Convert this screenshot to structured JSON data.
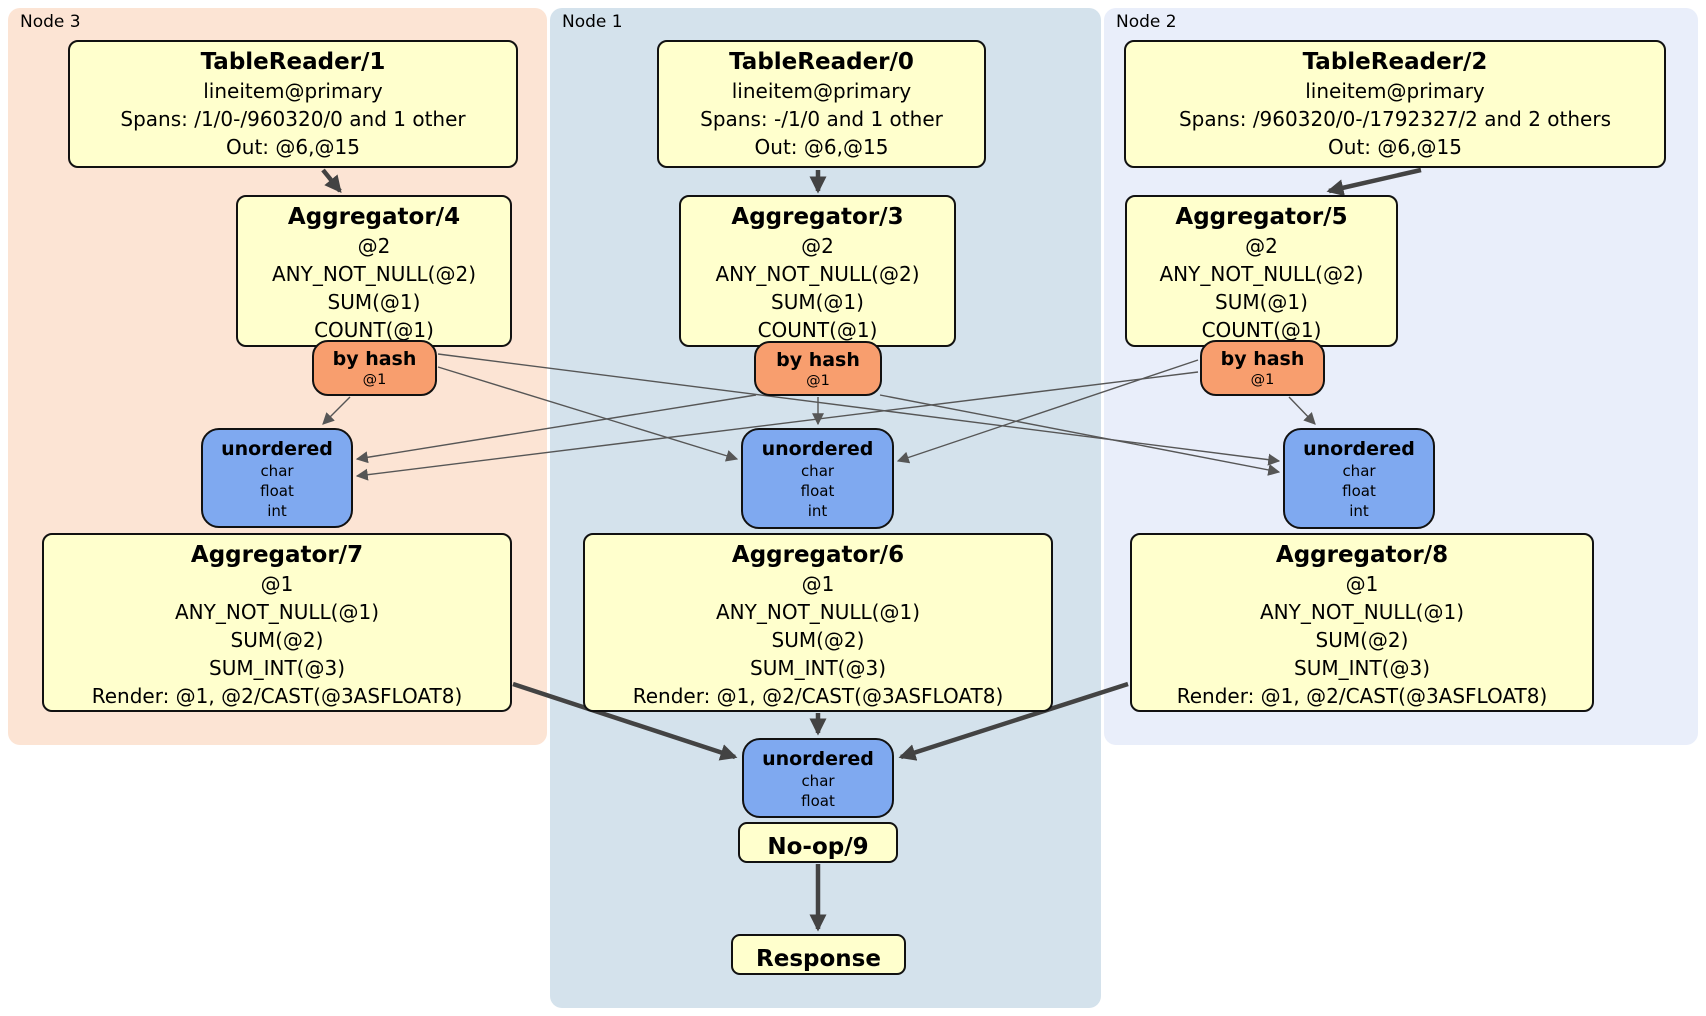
{
  "diagram": {
    "node_groups": [
      {
        "id": "node3",
        "label": "Node 3"
      },
      {
        "id": "node1",
        "label": "Node 1"
      },
      {
        "id": "node2",
        "label": "Node 2"
      }
    ],
    "processors": [
      {
        "id": "tr1",
        "group": "node3",
        "kind": "table-reader",
        "title": "TableReader/1",
        "lines": [
          "lineitem@primary",
          "Spans: /1/0-/960320/0 and 1 other",
          "Out: @6,@15"
        ]
      },
      {
        "id": "agg4",
        "group": "node3",
        "kind": "aggregator",
        "title": "Aggregator/4",
        "lines": [
          "@2",
          "ANY_NOT_NULL(@2)",
          "SUM(@1)",
          "COUNT(@1)"
        ]
      },
      {
        "id": "tr0",
        "group": "node1",
        "kind": "table-reader",
        "title": "TableReader/0",
        "lines": [
          "lineitem@primary",
          "Spans: -/1/0 and 1 other",
          "Out: @6,@15"
        ]
      },
      {
        "id": "agg3",
        "group": "node1",
        "kind": "aggregator",
        "title": "Aggregator/3",
        "lines": [
          "@2",
          "ANY_NOT_NULL(@2)",
          "SUM(@1)",
          "COUNT(@1)"
        ]
      },
      {
        "id": "tr2",
        "group": "node2",
        "kind": "table-reader",
        "title": "TableReader/2",
        "lines": [
          "lineitem@primary",
          "Spans: /960320/0-/1792327/2 and 2 others",
          "Out: @6,@15"
        ]
      },
      {
        "id": "agg5",
        "group": "node2",
        "kind": "aggregator",
        "title": "Aggregator/5",
        "lines": [
          "@2",
          "ANY_NOT_NULL(@2)",
          "SUM(@1)",
          "COUNT(@1)"
        ]
      },
      {
        "id": "agg7",
        "group": "node3",
        "kind": "aggregator",
        "title": "Aggregator/7",
        "lines": [
          "@1",
          "ANY_NOT_NULL(@1)",
          "SUM(@2)",
          "SUM_INT(@3)",
          "Render: @1, @2/CAST(@3ASFLOAT8)"
        ]
      },
      {
        "id": "agg6",
        "group": "node1",
        "kind": "aggregator",
        "title": "Aggregator/6",
        "lines": [
          "@1",
          "ANY_NOT_NULL(@1)",
          "SUM(@2)",
          "SUM_INT(@3)",
          "Render: @1, @2/CAST(@3ASFLOAT8)"
        ]
      },
      {
        "id": "agg8",
        "group": "node2",
        "kind": "aggregator",
        "title": "Aggregator/8",
        "lines": [
          "@1",
          "ANY_NOT_NULL(@1)",
          "SUM(@2)",
          "SUM_INT(@3)",
          "Render: @1, @2/CAST(@3ASFLOAT8)"
        ]
      },
      {
        "id": "hash3",
        "group": "node3",
        "kind": "router-by-hash",
        "title": "by hash",
        "lines": [
          "@1"
        ]
      },
      {
        "id": "hash1",
        "group": "node1",
        "kind": "router-by-hash",
        "title": "by hash",
        "lines": [
          "@1"
        ]
      },
      {
        "id": "hash2",
        "group": "node2",
        "kind": "router-by-hash",
        "title": "by hash",
        "lines": [
          "@1"
        ]
      },
      {
        "id": "sync3",
        "group": "node3",
        "kind": "unordered-sync",
        "title": "unordered",
        "lines": [
          "char",
          "float",
          "int"
        ]
      },
      {
        "id": "sync1",
        "group": "node1",
        "kind": "unordered-sync",
        "title": "unordered",
        "lines": [
          "char",
          "float",
          "int"
        ]
      },
      {
        "id": "sync2",
        "group": "node2",
        "kind": "unordered-sync",
        "title": "unordered",
        "lines": [
          "char",
          "float",
          "int"
        ]
      },
      {
        "id": "syncfinal",
        "group": "node1",
        "kind": "unordered-sync",
        "title": "unordered",
        "lines": [
          "char",
          "float"
        ]
      },
      {
        "id": "noop9",
        "group": "node1",
        "kind": "no-op",
        "title": "No-op/9",
        "lines": []
      },
      {
        "id": "response",
        "group": "node1",
        "kind": "response",
        "title": "Response",
        "lines": []
      }
    ],
    "edges": [
      {
        "from": "tr1",
        "to": "agg4",
        "style": "thick"
      },
      {
        "from": "tr0",
        "to": "agg3",
        "style": "thick"
      },
      {
        "from": "tr2",
        "to": "agg5",
        "style": "thick"
      },
      {
        "from": "hash3",
        "to": "sync3",
        "style": "thin"
      },
      {
        "from": "hash3",
        "to": "sync1",
        "style": "thin"
      },
      {
        "from": "hash3",
        "to": "sync2",
        "style": "thin"
      },
      {
        "from": "hash1",
        "to": "sync3",
        "style": "thin"
      },
      {
        "from": "hash1",
        "to": "sync1",
        "style": "thin"
      },
      {
        "from": "hash1",
        "to": "sync2",
        "style": "thin"
      },
      {
        "from": "hash2",
        "to": "sync3",
        "style": "thin"
      },
      {
        "from": "hash2",
        "to": "sync1",
        "style": "thin"
      },
      {
        "from": "hash2",
        "to": "sync2",
        "style": "thin"
      },
      {
        "from": "agg7",
        "to": "syncfinal",
        "style": "thick"
      },
      {
        "from": "agg6",
        "to": "syncfinal",
        "style": "thick"
      },
      {
        "from": "agg8",
        "to": "syncfinal",
        "style": "thick"
      },
      {
        "from": "noop9",
        "to": "response",
        "style": "thick"
      }
    ],
    "colors": {
      "node3_background": "#fce4d4",
      "node1_background": "#d4e2ec",
      "node2_background": "#e9eefa",
      "processor_fill": "#ffffcd",
      "router_fill": "#f89e6e",
      "sync_fill": "#7fa9f0",
      "edge_thin": "#565656",
      "edge_thick": "#434343"
    }
  }
}
